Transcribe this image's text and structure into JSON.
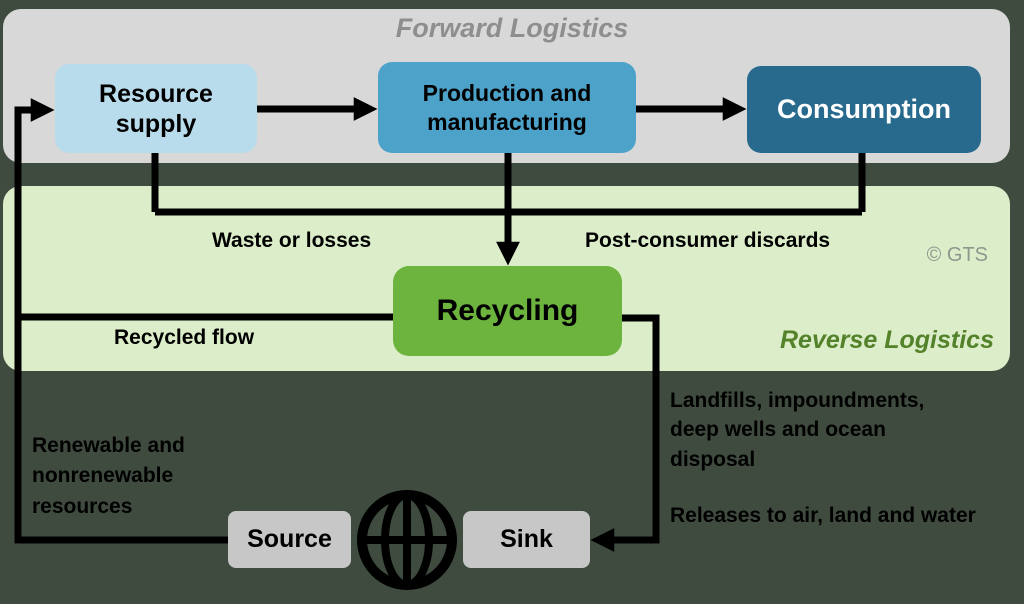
{
  "forward": {
    "title": "Forward Logistics",
    "boxes": {
      "resource": "Resource supply",
      "production": "Production and manufacturing",
      "consumption": "Consumption"
    }
  },
  "reverse": {
    "title": "Reverse Logistics",
    "recycling": "Recycling",
    "watermark": "© GTS"
  },
  "flow_labels": {
    "waste": "Waste or losses",
    "post_consumer": "Post-consumer discards",
    "recycled_flow": "Recycled flow",
    "renewable": "Renewable and nonrenewable resources",
    "landfills": "Landfills, impoundments, deep wells and ocean disposal",
    "releases": "Releases to air, land and water"
  },
  "endpoints": {
    "source": "Source",
    "sink": "Sink"
  },
  "colors": {
    "background": "#3f4b3f",
    "forward_band": "#d8d8d8",
    "forward_title": "#8e8e8e",
    "reverse_band": "#dcedc9",
    "reverse_title": "#53822a",
    "resource_box": "#b9dcec",
    "production_box": "#4da2ca",
    "consumption_box": "#276a8d",
    "recycling_box": "#6cb43e",
    "endpoint_box": "#c7c7c7",
    "arrow": "#000000",
    "watermark": "#8d978d"
  }
}
